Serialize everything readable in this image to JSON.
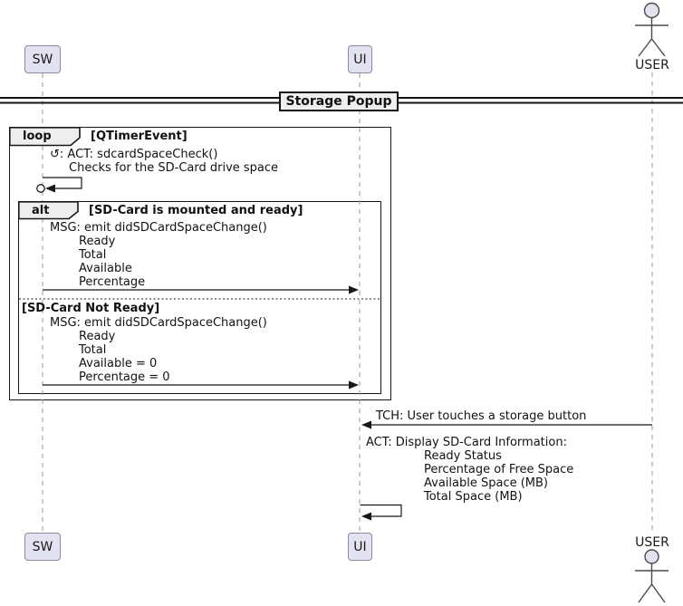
{
  "diagram": {
    "divider_title": "Storage Popup",
    "participants": {
      "sw": "SW",
      "ui": "UI",
      "user": "USER"
    },
    "loop": {
      "label": "loop",
      "condition": "[QTimerEvent]",
      "self_message": {
        "icon": "↺",
        "line1_text": ": ACT: sdcardSpaceCheck()",
        "line2": "Checks for the SD-Card drive space"
      }
    },
    "alt": {
      "label": "alt",
      "condition_ready": "[SD-Card is mounted and ready]",
      "condition_not_ready": "[SD-Card Not Ready]",
      "msg_ready": {
        "lines": [
          "MSG: emit didSDCardSpaceChange()",
          "Ready",
          "Total",
          "Available",
          "Percentage"
        ]
      },
      "msg_not_ready": {
        "lines": [
          "MSG: emit didSDCardSpaceChange()",
          "Ready",
          "Total",
          "Available = 0",
          "Percentage = 0"
        ]
      }
    },
    "tch_message": "TCH: User touches a storage button",
    "act_display": {
      "lines": [
        "ACT: Display SD-Card Information:",
        "Ready Status",
        "Percentage of Free Space",
        "Available Space (MB)",
        "Total Space (MB)"
      ]
    },
    "colors": {
      "participant_fill": "#E2E2F0",
      "frame_tab_fill": "#EEEEEE",
      "line_color": "#181818",
      "lifeline_color": "#999999"
    }
  }
}
